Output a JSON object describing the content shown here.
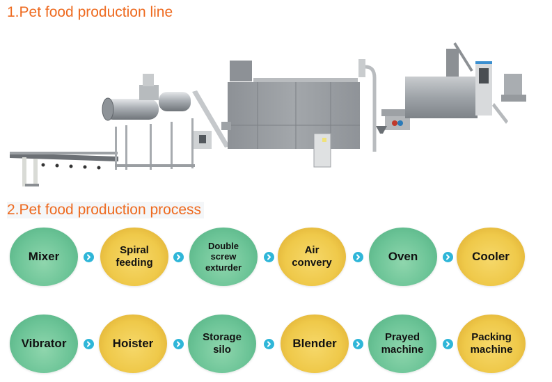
{
  "sections": {
    "line_title": "1.Pet food production line",
    "process_title": "2.Pet food production process"
  },
  "colors": {
    "title_orange": "#ee6a1f",
    "node_green": "#6cc497",
    "node_gold": "#efc94a",
    "arrow_blue": "#2fb6d8"
  },
  "image": {
    "description": "pet-food-production-line-machinery"
  },
  "process": {
    "row1": [
      {
        "label": "Mixer",
        "color": "green"
      },
      {
        "label": "Spiral\nfeeding",
        "color": "gold"
      },
      {
        "label": "Double\nscrew\nexturder",
        "color": "green"
      },
      {
        "label": "Air\nconvery",
        "color": "gold"
      },
      {
        "label": "Oven",
        "color": "green"
      },
      {
        "label": "Cooler",
        "color": "gold"
      }
    ],
    "row2": [
      {
        "label": "Vibrator",
        "color": "green"
      },
      {
        "label": "Hoister",
        "color": "gold"
      },
      {
        "label": "Storage\nsilo",
        "color": "green"
      },
      {
        "label": "Blender",
        "color": "gold"
      },
      {
        "label": "Prayed\nmachine",
        "color": "green"
      },
      {
        "label": "Packing\nmachine",
        "color": "gold"
      }
    ],
    "arrow_icon": "chevron-right-circle-icon"
  }
}
